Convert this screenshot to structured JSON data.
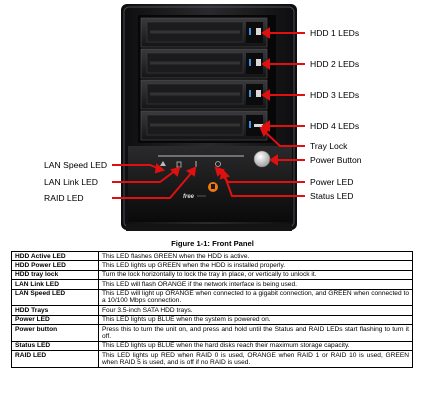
{
  "figure": {
    "callouts": {
      "hdd1": "HDD 1 LEDs",
      "hdd2": "HDD 2 LEDs",
      "hdd3": "HDD 3 LEDs",
      "hdd4": "HDD 4 LEDs",
      "tray_lock": "Tray Lock",
      "power_button": "Power Button",
      "power_led": "Power LED",
      "status_led": "Status LED",
      "lan_speed": "LAN Speed LED",
      "lan_link": "LAN Link LED",
      "raid": "RAID LED"
    },
    "caption": "Figure 1-1: Front Panel",
    "colors": {
      "callout_arrow": "#e01010",
      "chassis": "#1a1a1c",
      "accent_led": "#3a8fe0",
      "logo_orange": "#f07a10"
    }
  },
  "table": {
    "rows": [
      {
        "term": "HDD Active LED",
        "desc": "This LED flashes GREEN when the HDD is active."
      },
      {
        "term": "HDD Power LED",
        "desc": "This LED lights up GREEN when the HDD is installed properly."
      },
      {
        "term": "HDD tray lock",
        "desc": "Turn the lock horizontally to lock the tray in place, or vertically to unlock it."
      },
      {
        "term": "LAN Link LED",
        "desc": "This LED will flash ORANGE if the network interface is being used."
      },
      {
        "term": "LAN Speed LED",
        "desc": "This LED will light up ORANGE when connected to a gigabit connection, and GREEN when connected to a 10/100 Mbps connection."
      },
      {
        "term": "HDD Trays",
        "desc": "Four 3.5-inch SATA HDD trays."
      },
      {
        "term": "Power LED",
        "desc": "This LED lights up BLUE when the system is powered on."
      },
      {
        "term": "Power button",
        "desc": "Press this to turn the unit on, and press and hold until the Status and RAID LEDs start flashing to turn it off."
      },
      {
        "term": "Status LED",
        "desc": "This LED lights up BLUE when the hard disks reach their maximum storage capacity."
      },
      {
        "term": "RAID LED",
        "desc": "This LED lights up RED when RAID 0 is used, ORANGE when RAID 1 or RAID 10 is used, GREEN when RAID 5 is used, and is off if no RAID is used."
      }
    ]
  }
}
